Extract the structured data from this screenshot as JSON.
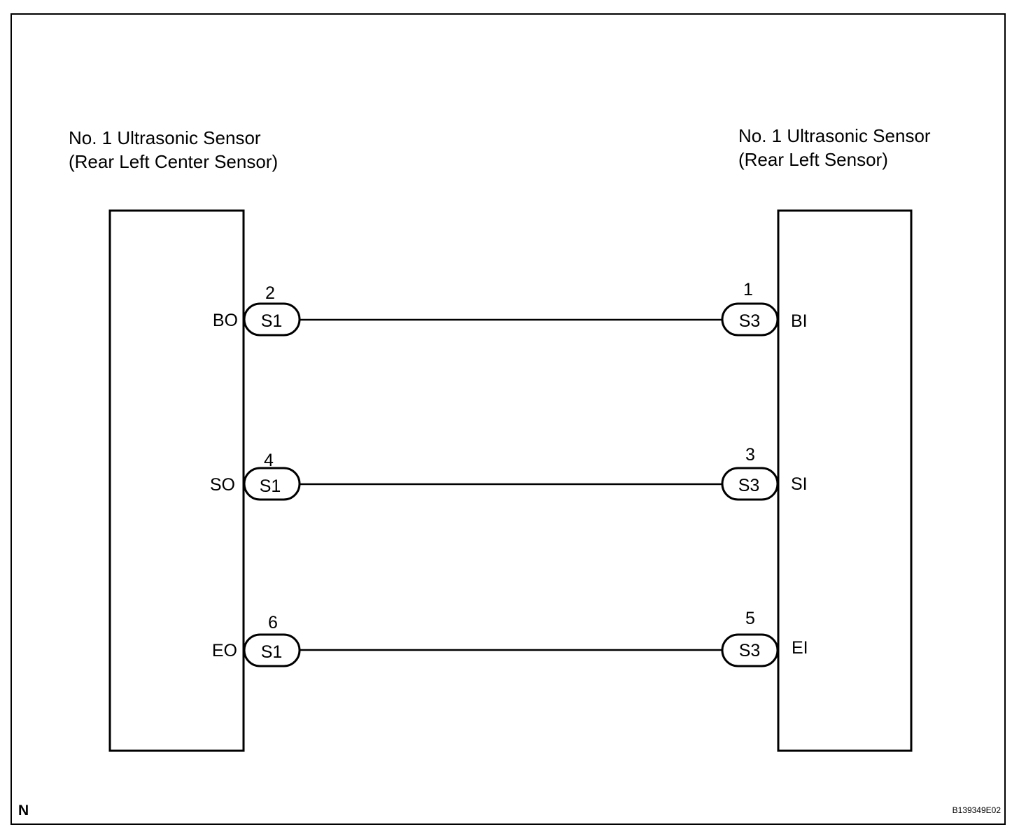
{
  "left_component": {
    "name_line1": "No. 1 Ultrasonic Sensor",
    "name_line2": "(Rear Left Center Sensor)"
  },
  "right_component": {
    "name_line1": "No. 1 Ultrasonic Sensor",
    "name_line2": "(Rear Left Sensor)"
  },
  "wires": [
    {
      "left_pin_number": "2",
      "left_connector": "S1",
      "left_terminal": "BO",
      "right_pin_number": "1",
      "right_connector": "S3",
      "right_terminal": "BI"
    },
    {
      "left_pin_number": "4",
      "left_connector": "S1",
      "left_terminal": "SO",
      "right_pin_number": "3",
      "right_connector": "S3",
      "right_terminal": "SI"
    },
    {
      "left_pin_number": "6",
      "left_connector": "S1",
      "left_terminal": "EO",
      "right_pin_number": "5",
      "right_connector": "S3",
      "right_terminal": "EI"
    }
  ],
  "corner_letter": "N",
  "figure_code": "B139349E02"
}
